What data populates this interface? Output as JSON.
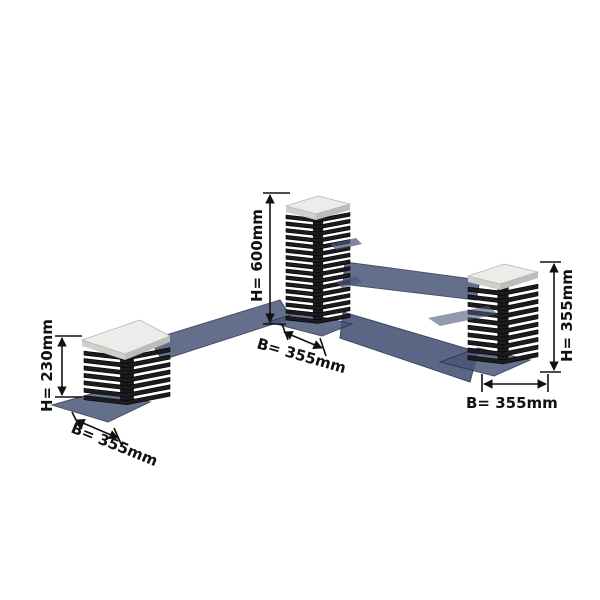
{
  "colors": {
    "glass": "#4a5678",
    "glass_edge": "#2a3350",
    "lamella": "#1c1c1e",
    "tray_top": "#ececea",
    "tray_side": "#cfcfcc",
    "dim_line": "#111111"
  },
  "stands": [
    {
      "name": "left-stand",
      "height_label": "H= 230mm",
      "width_label": "B= 355mm",
      "lamella_count": 7
    },
    {
      "name": "center-stand",
      "height_label": "H= 600mm",
      "width_label": "B= 355mm",
      "lamella_count": 16
    },
    {
      "name": "right-stand",
      "height_label": "H= 355mm",
      "width_label": "B= 355mm",
      "lamella_count": 10
    }
  ]
}
